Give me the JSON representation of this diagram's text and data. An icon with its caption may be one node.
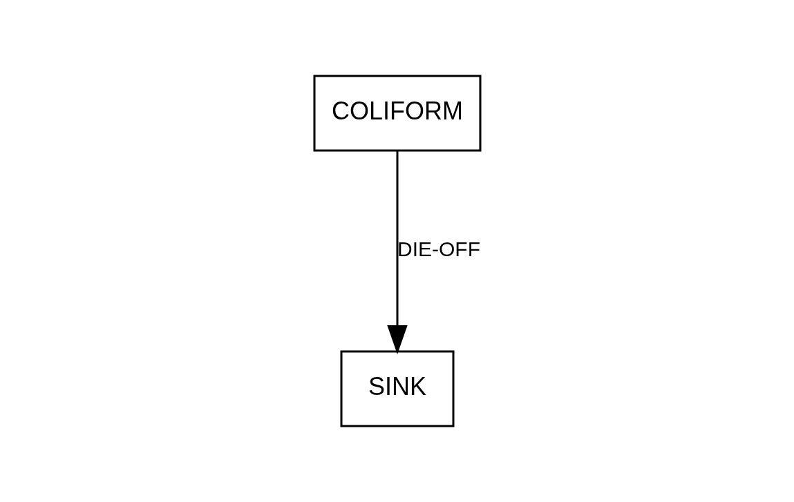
{
  "diagram": {
    "nodes": [
      {
        "text": [
          "COLIFORM"
        ]
      },
      {
        "text": [
          "SINK"
        ]
      }
    ],
    "edges": [
      {
        "from": 0,
        "to": 1,
        "arrow": "to",
        "label": "DIE-OFF"
      }
    ]
  }
}
